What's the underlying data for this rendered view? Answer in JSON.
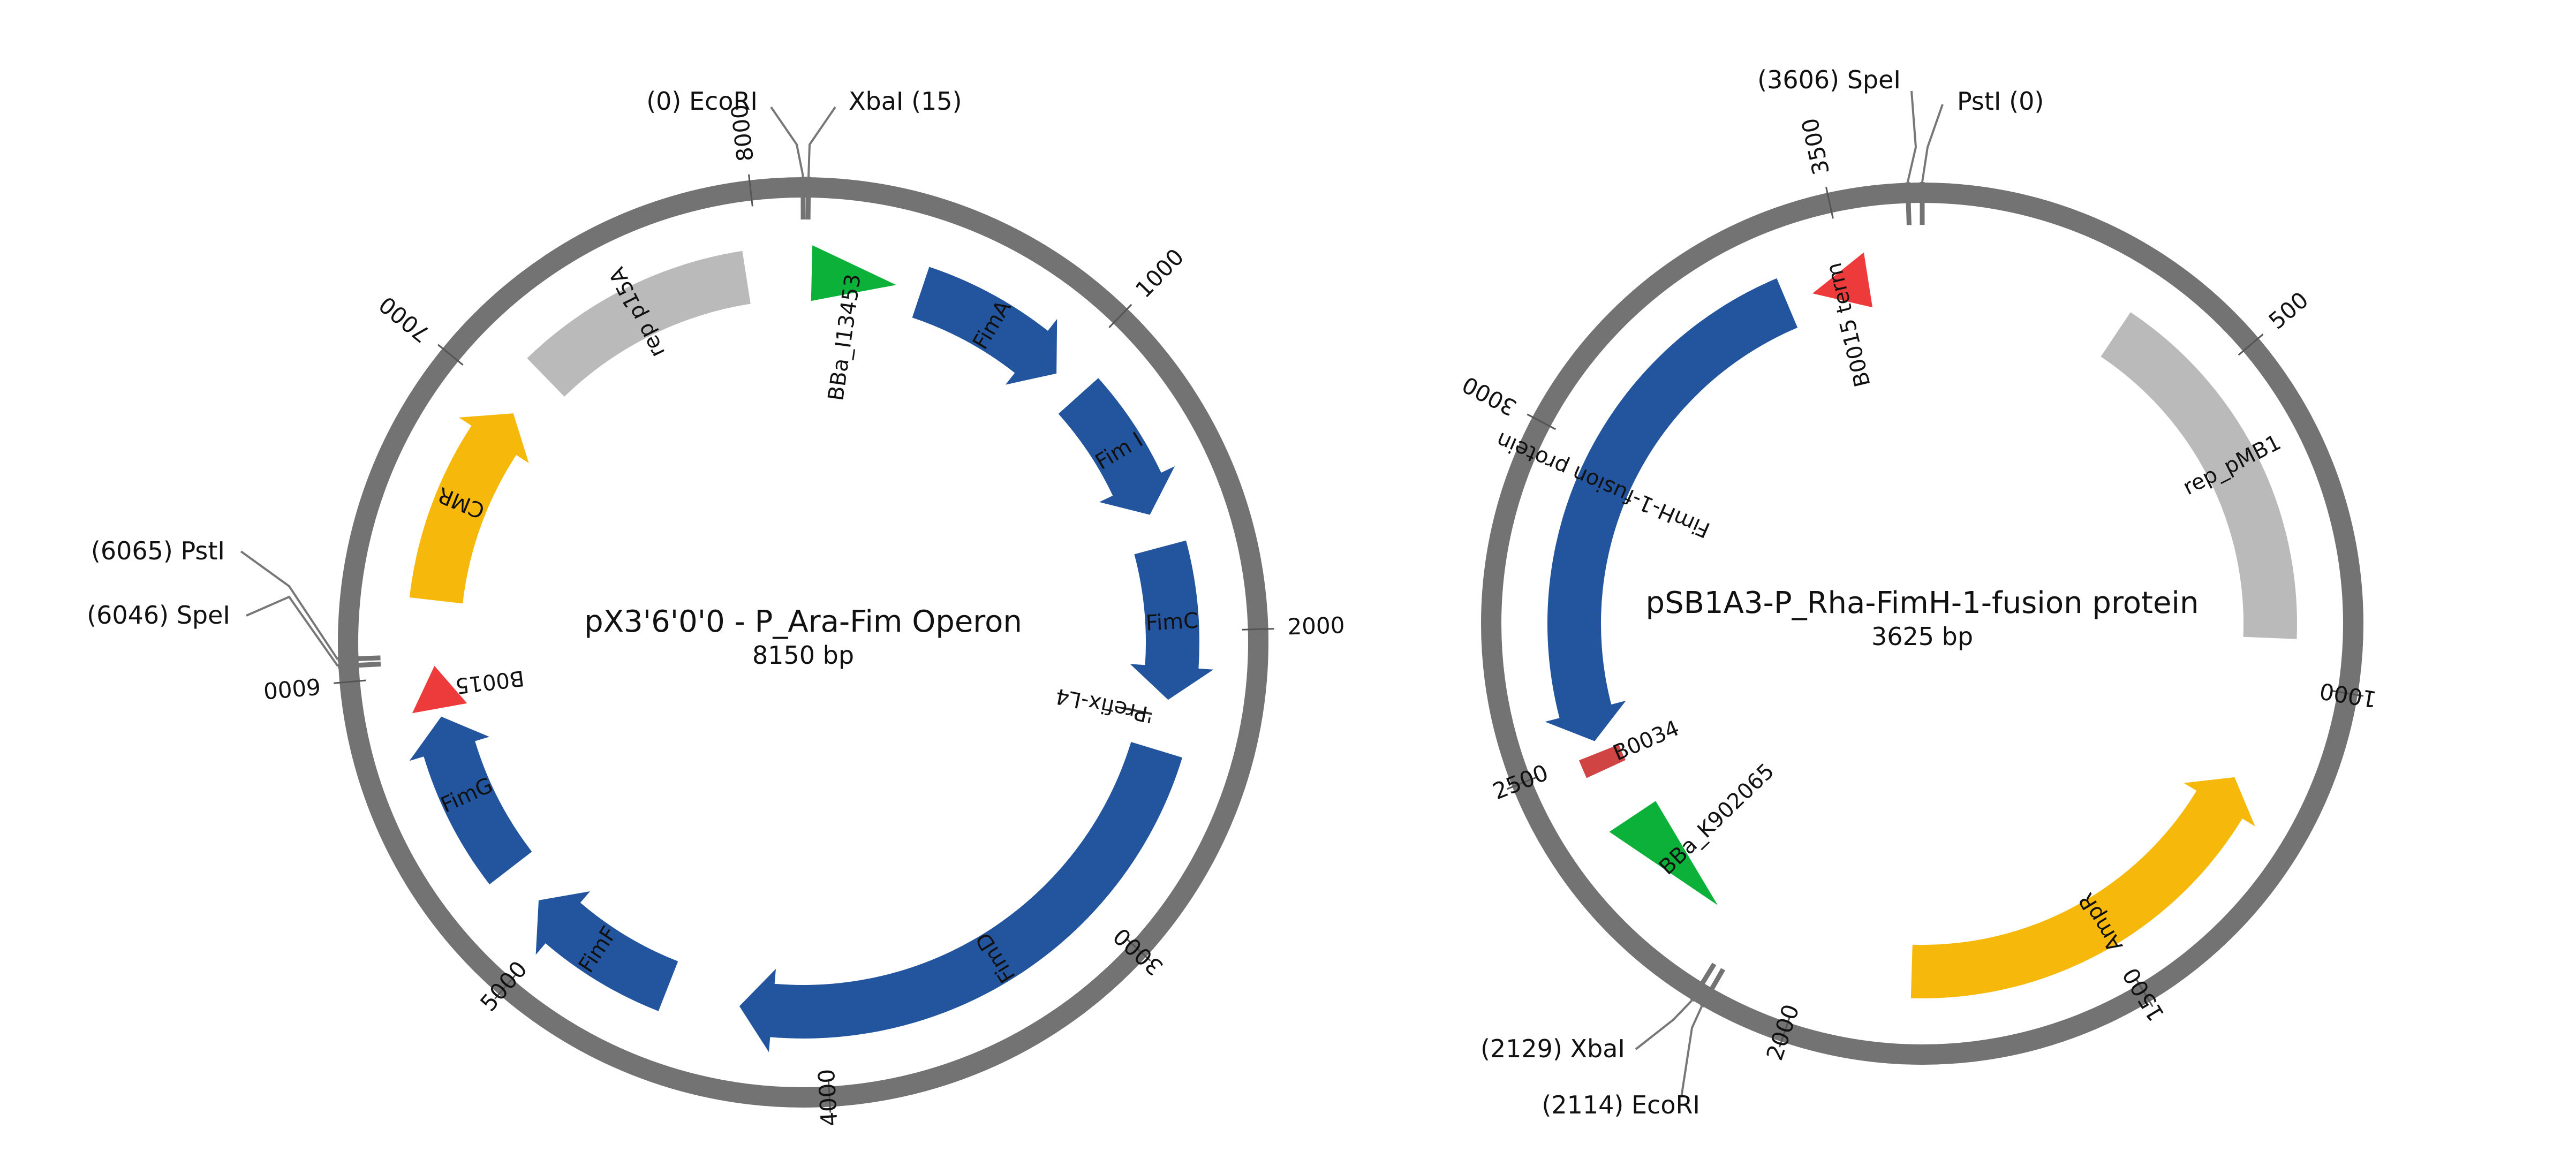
{
  "colors": {
    "backbone": "#737373",
    "gene": "#23559e",
    "rep": "#bababa",
    "resistance": "#f6b90b",
    "promoter": "#0cb139",
    "terminator": "#ed3b3b",
    "rbs": "#d04444",
    "line": "#777777",
    "text": "#111111"
  },
  "plasmids": [
    {
      "id": "left",
      "name": "pX3'6'0'0 - P_Ara-Fim Operon",
      "size_label": "8150 bp",
      "length": 8150,
      "ticks": [
        {
          "label": "1000",
          "pos": 1000
        },
        {
          "label": "2000",
          "pos": 2000
        },
        {
          "label": "3000",
          "pos": 3000
        },
        {
          "label": "4000",
          "pos": 4000
        },
        {
          "label": "5000",
          "pos": 5000
        },
        {
          "label": "6000",
          "pos": 6000
        },
        {
          "label": "7000",
          "pos": 7000
        },
        {
          "label": "8000",
          "pos": 8000
        }
      ],
      "sites": [
        {
          "label": "(0) EcoRI",
          "pos": 0
        },
        {
          "label": "XbaI (15)",
          "pos": 15
        },
        {
          "label": "(6065) PstI",
          "pos": 6065
        },
        {
          "label": "(6046) SpeI",
          "pos": 6046
        }
      ],
      "features": [
        {
          "label": "BBa_I13453",
          "type": "promoter",
          "start": 30,
          "end": 330,
          "strand": 1
        },
        {
          "label": "FimA",
          "type": "gene",
          "start": 420,
          "end": 980,
          "strand": 1
        },
        {
          "label": "Fim I",
          "type": "gene",
          "start": 1090,
          "end": 1580,
          "strand": 1
        },
        {
          "label": "FimC",
          "type": "gene",
          "start": 1700,
          "end": 2240,
          "strand": 1
        },
        {
          "label": "'Prefix-L4",
          "type": "scar",
          "pos": 2300
        },
        {
          "label": "FimD",
          "type": "gene",
          "start": 2420,
          "end": 4300,
          "strand": 1
        },
        {
          "label": "FimF",
          "type": "gene",
          "start": 4560,
          "end": 5110,
          "strand": 1
        },
        {
          "label": "FimG",
          "type": "gene",
          "start": 5260,
          "end": 5850,
          "strand": 1
        },
        {
          "label": "B0015",
          "type": "terminator",
          "start": 5880,
          "end": 6030,
          "strand": 1
        },
        {
          "label": "CMR",
          "type": "resistance",
          "start": 6260,
          "end": 6980,
          "strand": 1
        },
        {
          "label": "rep p15A",
          "type": "rep",
          "start": 7150,
          "end": 7950,
          "strand": 0
        }
      ]
    },
    {
      "id": "right",
      "name": "pSB1A3-P_Rha-FimH-1-fusion protein",
      "size_label": "3625 bp",
      "length": 3625,
      "ticks": [
        {
          "label": "500",
          "pos": 500
        },
        {
          "label": "1000",
          "pos": 1000
        },
        {
          "label": "1500",
          "pos": 1500
        },
        {
          "label": "2000",
          "pos": 2000
        },
        {
          "label": "2500",
          "pos": 2500
        },
        {
          "label": "3000",
          "pos": 3000
        },
        {
          "label": "3500",
          "pos": 3500
        }
      ],
      "sites": [
        {
          "label": "(3606) SpeI",
          "pos": 3606
        },
        {
          "label": "PstI (0)",
          "pos": 0
        },
        {
          "label": "(2129) XbaI",
          "pos": 2129
        },
        {
          "label": "(2114) EcoRI",
          "pos": 2114
        }
      ],
      "features": [
        {
          "label": "B0015 term",
          "type": "terminator",
          "start": 3440,
          "end": 3535,
          "strand": -1
        },
        {
          "label": "rep_pMB1",
          "type": "rep",
          "start": 340,
          "end": 930,
          "strand": 0
        },
        {
          "label": "AmpR",
          "type": "resistance",
          "start": 1170,
          "end": 1830,
          "strand": -1
        },
        {
          "label": "BBa_K902065",
          "type": "promoter",
          "start": 2175,
          "end": 2380,
          "strand": -1
        },
        {
          "label": "B0034",
          "type": "rbs",
          "start": 2470,
          "end": 2500,
          "strand": 0
        },
        {
          "label": "FimH-1-fusion protein",
          "type": "gene",
          "start": 2520,
          "end": 3395,
          "strand": -1
        }
      ]
    }
  ]
}
